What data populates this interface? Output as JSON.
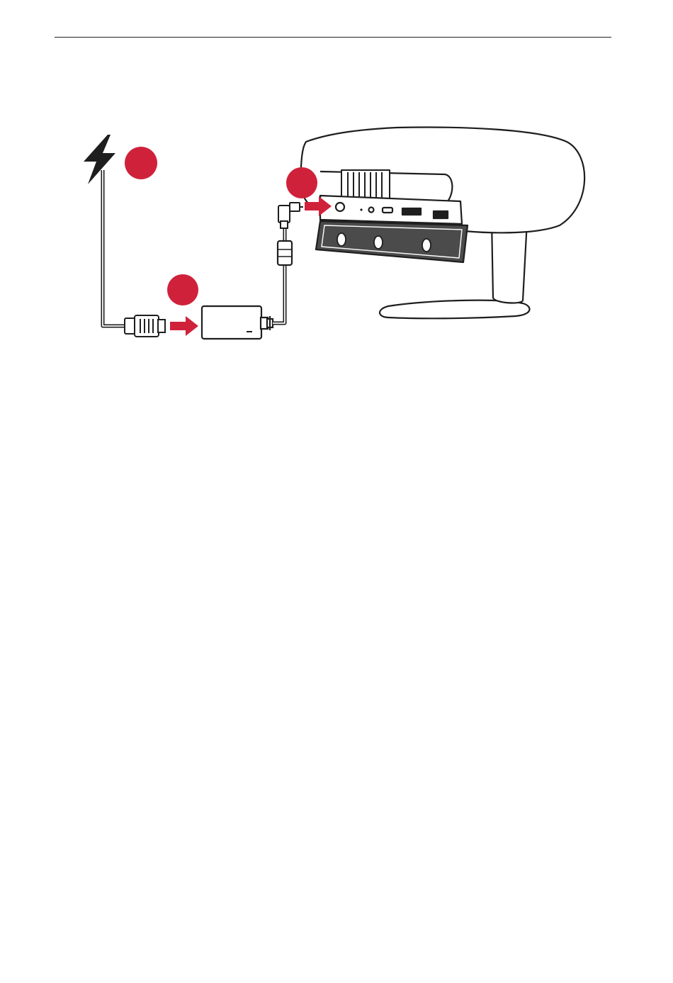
{
  "colors": {
    "accent": "#d0213b",
    "line": "#1e1e1e",
    "panel": "#4b4b4b",
    "page": "#ffffff"
  },
  "icons": [
    "lightning-bolt-icon",
    "arrow-right-icon",
    "step-marker"
  ],
  "steps": [
    {
      "name": "power-outlet",
      "label": ""
    },
    {
      "name": "power-adapter",
      "label": ""
    },
    {
      "name": "projector-dc-in",
      "label": ""
    }
  ]
}
